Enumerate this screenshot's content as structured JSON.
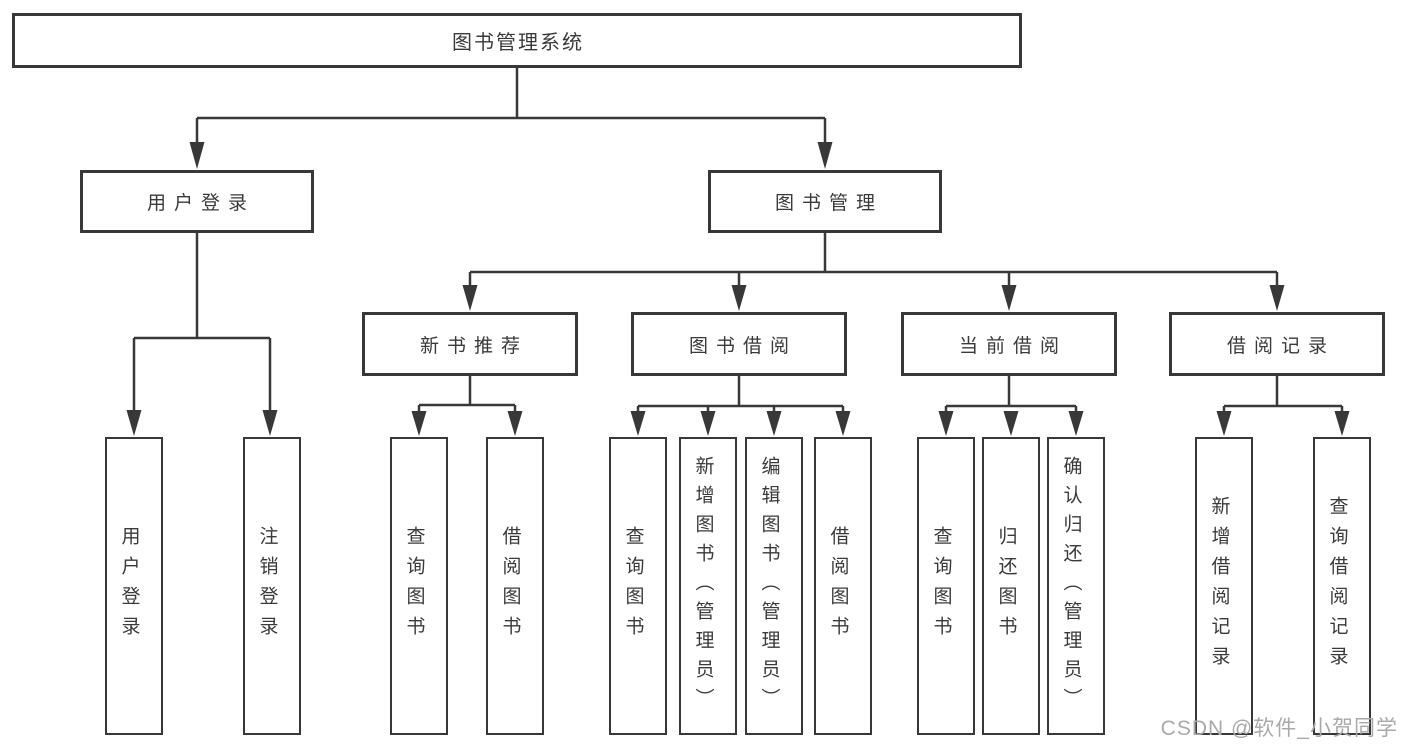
{
  "tree": {
    "root": {
      "label": "图书管理系统"
    },
    "branches": [
      {
        "label": "用户登录",
        "children": [
          {
            "label": "用户登录"
          },
          {
            "label": "注销登录"
          }
        ]
      },
      {
        "label": "图书管理",
        "groups": [
          {
            "label": "新书推荐",
            "children": [
              {
                "label": "查询图书"
              },
              {
                "label": "借阅图书"
              }
            ]
          },
          {
            "label": "图书借阅",
            "children": [
              {
                "label": "查询图书"
              },
              {
                "label": "新增图书（管理员）"
              },
              {
                "label": "编辑图书（管理员）"
              },
              {
                "label": "借阅图书"
              }
            ]
          },
          {
            "label": "当前借阅",
            "children": [
              {
                "label": "查询图书"
              },
              {
                "label": "归还图书"
              },
              {
                "label": "确认归还（管理员）"
              }
            ]
          },
          {
            "label": "借阅记录",
            "children": [
              {
                "label": "新增借阅记录"
              },
              {
                "label": "查询借阅记录"
              }
            ]
          }
        ]
      }
    ]
  },
  "watermark": "CSDN @软件_小贺同学",
  "colors": {
    "line": "#383838",
    "text": "#3a3a3a",
    "watermark": "#a9a9a9",
    "background": "#ffffff"
  }
}
